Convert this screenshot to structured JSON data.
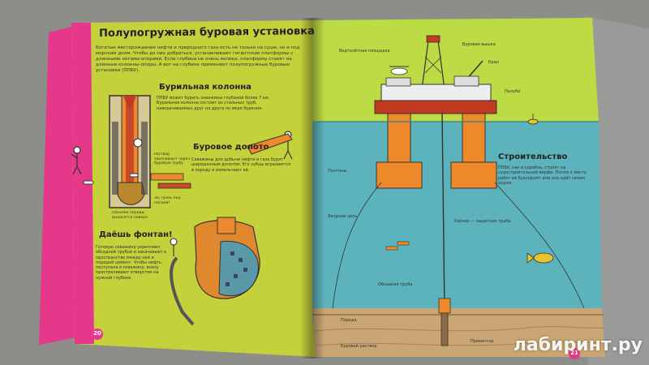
{
  "colors": {
    "magenta": "#e83e8c",
    "left_page": "#c7d23a",
    "sky": "#bcdc46",
    "sea": "#5fb5bd",
    "seabed": "#caa777",
    "rig_orange": "#ef8a2c",
    "rig_red": "#c23a22"
  },
  "left_page": {
    "title": "Полупогружная буровая установка",
    "intro": "Богатые месторождения нефти и природного газа есть не только на суше, но и под морским дном. Чтобы до них добраться, устанавливают гигантские платформы с длинными ногами-опорами. Если глубина не очень велика, платформу ставят на длинные колонны-опоры. А вот на глубине применяют полупогружные буровые установки (ППБУ).",
    "section1_title": "Бурильная колонна",
    "section1_text": "ППБУ может бурить скважины глубиной более 7 км. Бурильная колонна состоит из стальных труб, наворачиваемых друг на друга по мере бурения.",
    "section2_title": "Буровое долото",
    "section2_text": "Скважины для добычи нефти и газа бурят шарошечным долотом. Его зубцы вгрызаются в породу и измельчают её.",
    "section3_title": "Даёшь фонтан!",
    "section3_text": "Готовую скважину укрепляют обсадной трубой и закачивают в пространство между ней и породой цемент. Чтобы нефть поступала в скважину, внизу простреливают отверстия на нужной глубине.",
    "caption_mud": "Раствор закачивают через буровую трубу",
    "caption_bits": "Осколки породы выносятся наверх",
    "caption_dirt": "Эх, грязь под ногами!",
    "page_number": "20"
  },
  "right_page": {
    "label_derrick": "Буровая вышка",
    "label_crane": "Кран",
    "label_heli": "Вертолётная площадка",
    "label_deck": "Палуба",
    "label_pontoon": "Понтоны",
    "label_anchor": "Якорная цепь",
    "section_title": "Строительство",
    "section_text": "ППБУ, как и корабль, строят на судостроительной верфи. Потом к месту работ её буксируют или она идёт своим ходом.",
    "label_riser": "Райзер — защитная труба",
    "label_casing": "Обсадная труба",
    "label_rock": "Порода",
    "label_mud": "Буровой раствор",
    "label_bop": "Превентор",
    "page_number": "21"
  },
  "watermark": "лабиринт.ру"
}
